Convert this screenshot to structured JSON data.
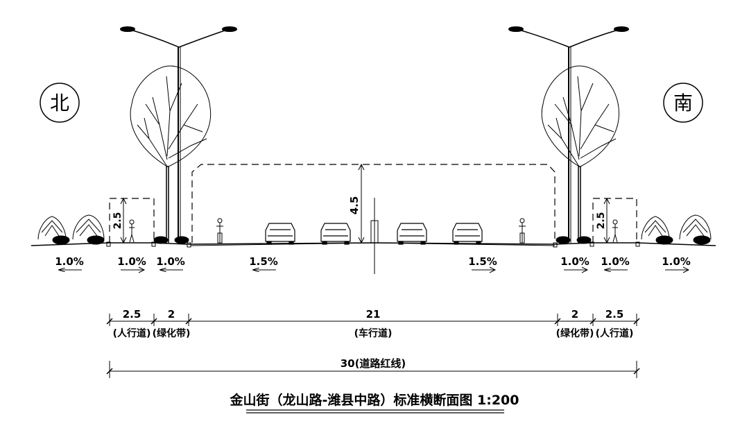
{
  "compass": {
    "north": "北",
    "south": "南"
  },
  "slopes": {
    "outer_left": "1.0%",
    "walk_left": "1.0%",
    "green_left": "1.0%",
    "road_left": "1.5%",
    "road_right": "1.5%",
    "green_right": "1.0%",
    "walk_right": "1.0%",
    "outer_right": "1.0%"
  },
  "clearances": {
    "road_height": "4.5",
    "walk_height_left": "2.5",
    "walk_height_right": "2.5"
  },
  "dimensions": {
    "walk_left_width": "2.5",
    "walk_left_name": "(人行道)",
    "green_left_width": "2",
    "green_left_name": "(绿化带)",
    "road_width": "21",
    "road_name": "(车行道)",
    "green_right_width": "2",
    "green_right_name": "(绿化带)",
    "walk_right_width": "2.5",
    "walk_right_name": "(人行道)",
    "total": "30(道路红线)"
  },
  "title": "金山街（龙山路-潍县中路）标准横断面图 1:200"
}
